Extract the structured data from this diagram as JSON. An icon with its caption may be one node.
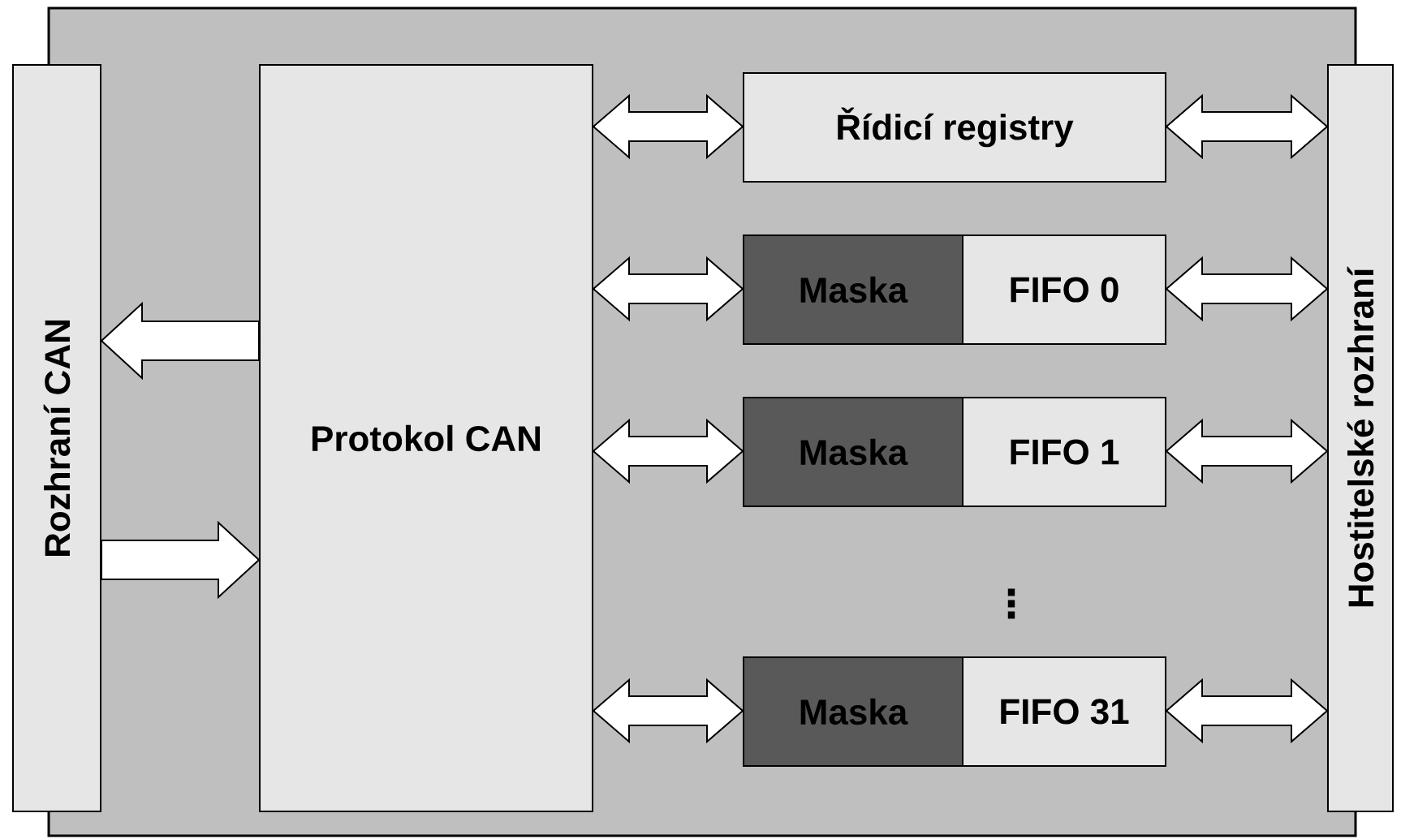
{
  "diagram": {
    "nodes": [
      {
        "text": [
          "Rozhraní CAN"
        ]
      },
      {
        "text": [
          "Protokol CAN"
        ]
      },
      {
        "text": [
          "Řídicí registry"
        ]
      },
      {
        "text": [
          "Maska"
        ]
      },
      {
        "text": [
          "FIFO 0"
        ]
      },
      {
        "text": [
          "Maska"
        ]
      },
      {
        "text": [
          "FIFO 1"
        ]
      },
      {
        "text": [
          "Maska"
        ]
      },
      {
        "text": [
          "FIFO 31"
        ]
      },
      {
        "text": [
          "Hostitelské rozhraní"
        ]
      }
    ],
    "edges": [
      {
        "from": 1,
        "to": 0,
        "arrow": "to"
      },
      {
        "from": 0,
        "to": 1,
        "arrow": "to"
      },
      {
        "from": 1,
        "to": 2,
        "arrow": "both"
      },
      {
        "from": 1,
        "to": 3,
        "arrow": "both"
      },
      {
        "from": 1,
        "to": 5,
        "arrow": "both"
      },
      {
        "from": 1,
        "to": 7,
        "arrow": "both"
      },
      {
        "from": 2,
        "to": 9,
        "arrow": "both"
      },
      {
        "from": 4,
        "to": 9,
        "arrow": "both"
      },
      {
        "from": 6,
        "to": 9,
        "arrow": "both"
      },
      {
        "from": 8,
        "to": 9,
        "arrow": "both"
      }
    ],
    "labels": [
      "⋮"
    ]
  }
}
